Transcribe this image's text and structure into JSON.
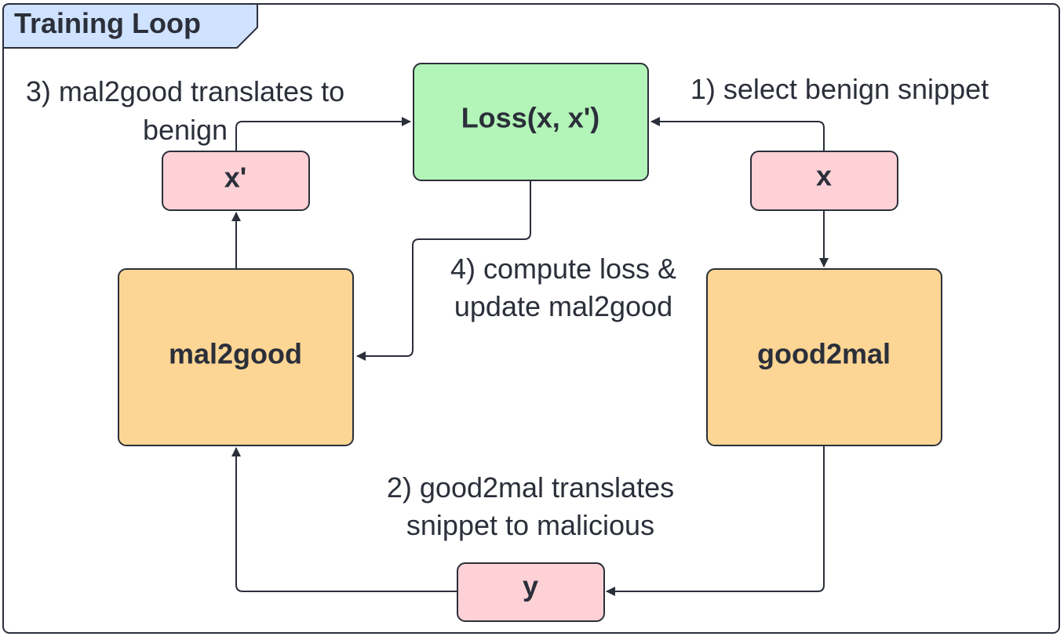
{
  "title": "Training Loop",
  "nodes": {
    "loss": "Loss(x, x')",
    "x_prime": "x'",
    "x": "x",
    "mal2good": "mal2good",
    "good2mal": "good2mal",
    "y": "y"
  },
  "labels": {
    "step1": "1) select benign snippet",
    "step2_line1": "2) good2mal translates",
    "step2_line2": "snippet to malicious",
    "step3_line1": "3) mal2good translates to",
    "step3_line2": "benign",
    "step4_line1": "4) compute loss &",
    "step4_line2": "update mal2good"
  },
  "colors": {
    "title_tab": "#cfe2ff",
    "loss": "#b3f5b8",
    "model": "#fdd695",
    "variable": "#fdd1d5",
    "stroke": "#2b2f3a"
  }
}
